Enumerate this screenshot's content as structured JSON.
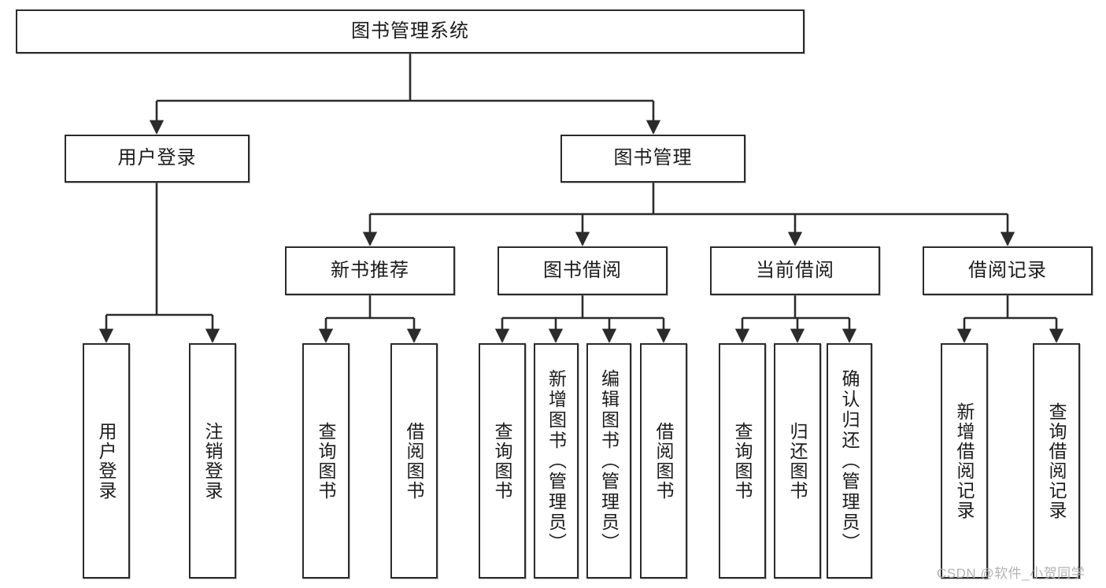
{
  "diagram": {
    "title_node": {
      "label": "图书管理系统"
    },
    "level2": [
      {
        "id": "user-login",
        "label": "用户登录"
      },
      {
        "id": "book-management",
        "label": "图书管理"
      }
    ],
    "level3": [
      {
        "id": "new-book-recommend",
        "label": "新书推荐"
      },
      {
        "id": "book-borrow",
        "label": "图书借阅"
      },
      {
        "id": "current-borrow",
        "label": "当前借阅"
      },
      {
        "id": "borrow-record",
        "label": "借阅记录"
      }
    ],
    "leaves": {
      "user_login": [
        {
          "id": "leaf-user-login",
          "label": "用户登录"
        },
        {
          "id": "leaf-logout-login",
          "label": "注销登录"
        }
      ],
      "new_book_recommend": [
        {
          "id": "leaf-query-book-1",
          "label": "查询图书"
        },
        {
          "id": "leaf-borrow-book-1",
          "label": "借阅图书"
        }
      ],
      "book_borrow": [
        {
          "id": "leaf-query-book-2",
          "label": "查询图书"
        },
        {
          "id": "leaf-add-book",
          "label": "新增图书（管理员）"
        },
        {
          "id": "leaf-edit-book",
          "label": "编辑图书（管理员）"
        },
        {
          "id": "leaf-borrow-book-2",
          "label": "借阅图书"
        }
      ],
      "current_borrow": [
        {
          "id": "leaf-query-book-3",
          "label": "查询图书"
        },
        {
          "id": "leaf-return-book",
          "label": "归还图书"
        },
        {
          "id": "leaf-confirm-return",
          "label": "确认归还（管理员）"
        }
      ],
      "borrow_record": [
        {
          "id": "leaf-add-record",
          "label": "新增借阅记录"
        },
        {
          "id": "leaf-query-record",
          "label": "查询借阅记录"
        }
      ]
    }
  },
  "watermark": {
    "text": "CSDN @软件_小贺同学"
  },
  "colors": {
    "stroke": "#2b2b2b",
    "fill": "#ffffff",
    "text": "#1b1b1b",
    "watermark": "#b3b3b3"
  }
}
